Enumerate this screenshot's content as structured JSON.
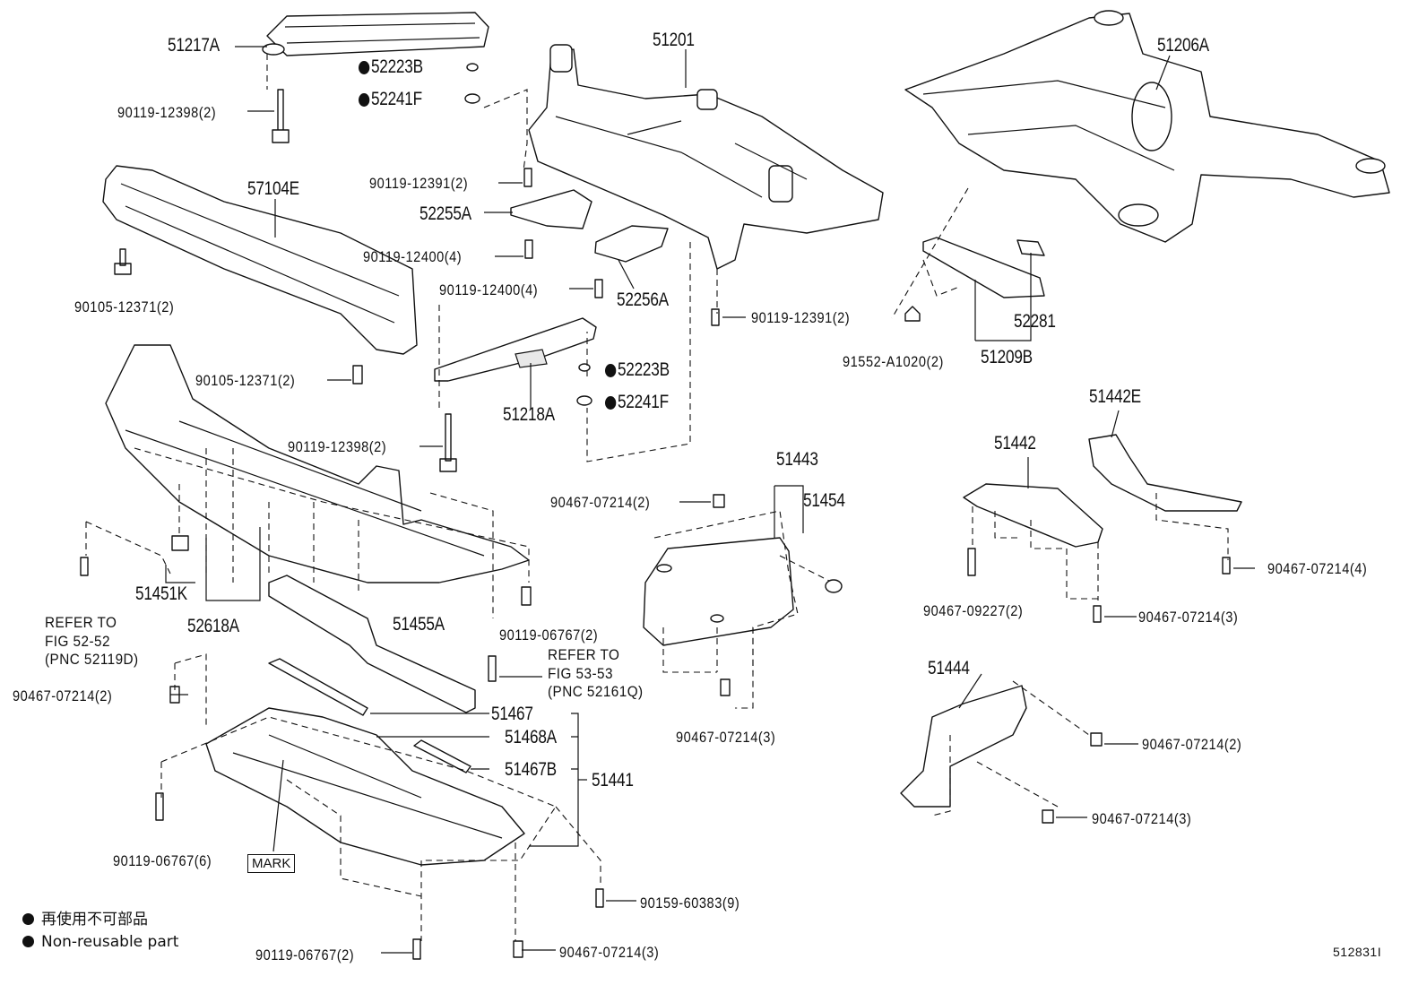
{
  "labels": {
    "l51217A": "51217A",
    "l52223B_top": "52223B",
    "l52241F_top": "52241F",
    "l90119_12398_top": "90119-12398(2)",
    "l51201": "51201",
    "l51206A": "51206A",
    "l57104E": "57104E",
    "l90119_12391_a": "90119-12391(2)",
    "l52255A": "52255A",
    "l90119_12400_a": "90119-12400(4)",
    "l90105_12371_a": "90105-12371(2)",
    "l90119_12400_b": "90119-12400(4)",
    "l52256A": "52256A",
    "l90119_12391_b": "90119-12391(2)",
    "l52281": "52281",
    "l91552": "91552-A1020(2)",
    "l51209B": "51209B",
    "l90105_12371_b": "90105-12371(2)",
    "l52223B_mid": "52223B",
    "l52241F_mid": "52241F",
    "l51218A": "51218A",
    "l90119_12398_mid": "90119-12398(2)",
    "l51442E": "51442E",
    "l51442": "51442",
    "l51443": "51443",
    "l51454": "51454",
    "l90467_07214_2a": "90467-07214(2)",
    "l51451K": "51451K",
    "l52618A": "52618A",
    "l90119_06767_2a": "90119-06767(2)",
    "l51455A": "51455A",
    "l90467_07214_4": "90467-07214(4)",
    "l90467_09227": "90467-09227(2)",
    "l90467_07214_3a": "90467-07214(3)",
    "l90467_07214_2b": "90467-07214(2)",
    "l90467_07214_3b": "90467-07214(3)",
    "l51444": "51444",
    "l51467": "51467",
    "l51468A": "51468A",
    "l51467B": "51467B",
    "l51441": "51441",
    "l90467_07214_2c": "90467-07214(2)",
    "l90467_07214_3c": "90467-07214(3)",
    "l90119_06767_6": "90119-06767(6)",
    "l90159": "90159-60383(9)",
    "l90119_06767_2b": "90119-06767(2)",
    "l90467_07214_3d": "90467-07214(3)"
  },
  "notes": {
    "refer1": [
      "REFER TO",
      "FIG 52-52",
      "(PNC 52119D)"
    ],
    "refer2": [
      "REFER TO",
      "FIG 53-53",
      "(PNC 52161Q)"
    ],
    "mark": "MARK"
  },
  "legend": {
    "jp": "再使用不可部品",
    "en": "Non-reusable part"
  },
  "figure_id": "512831I"
}
